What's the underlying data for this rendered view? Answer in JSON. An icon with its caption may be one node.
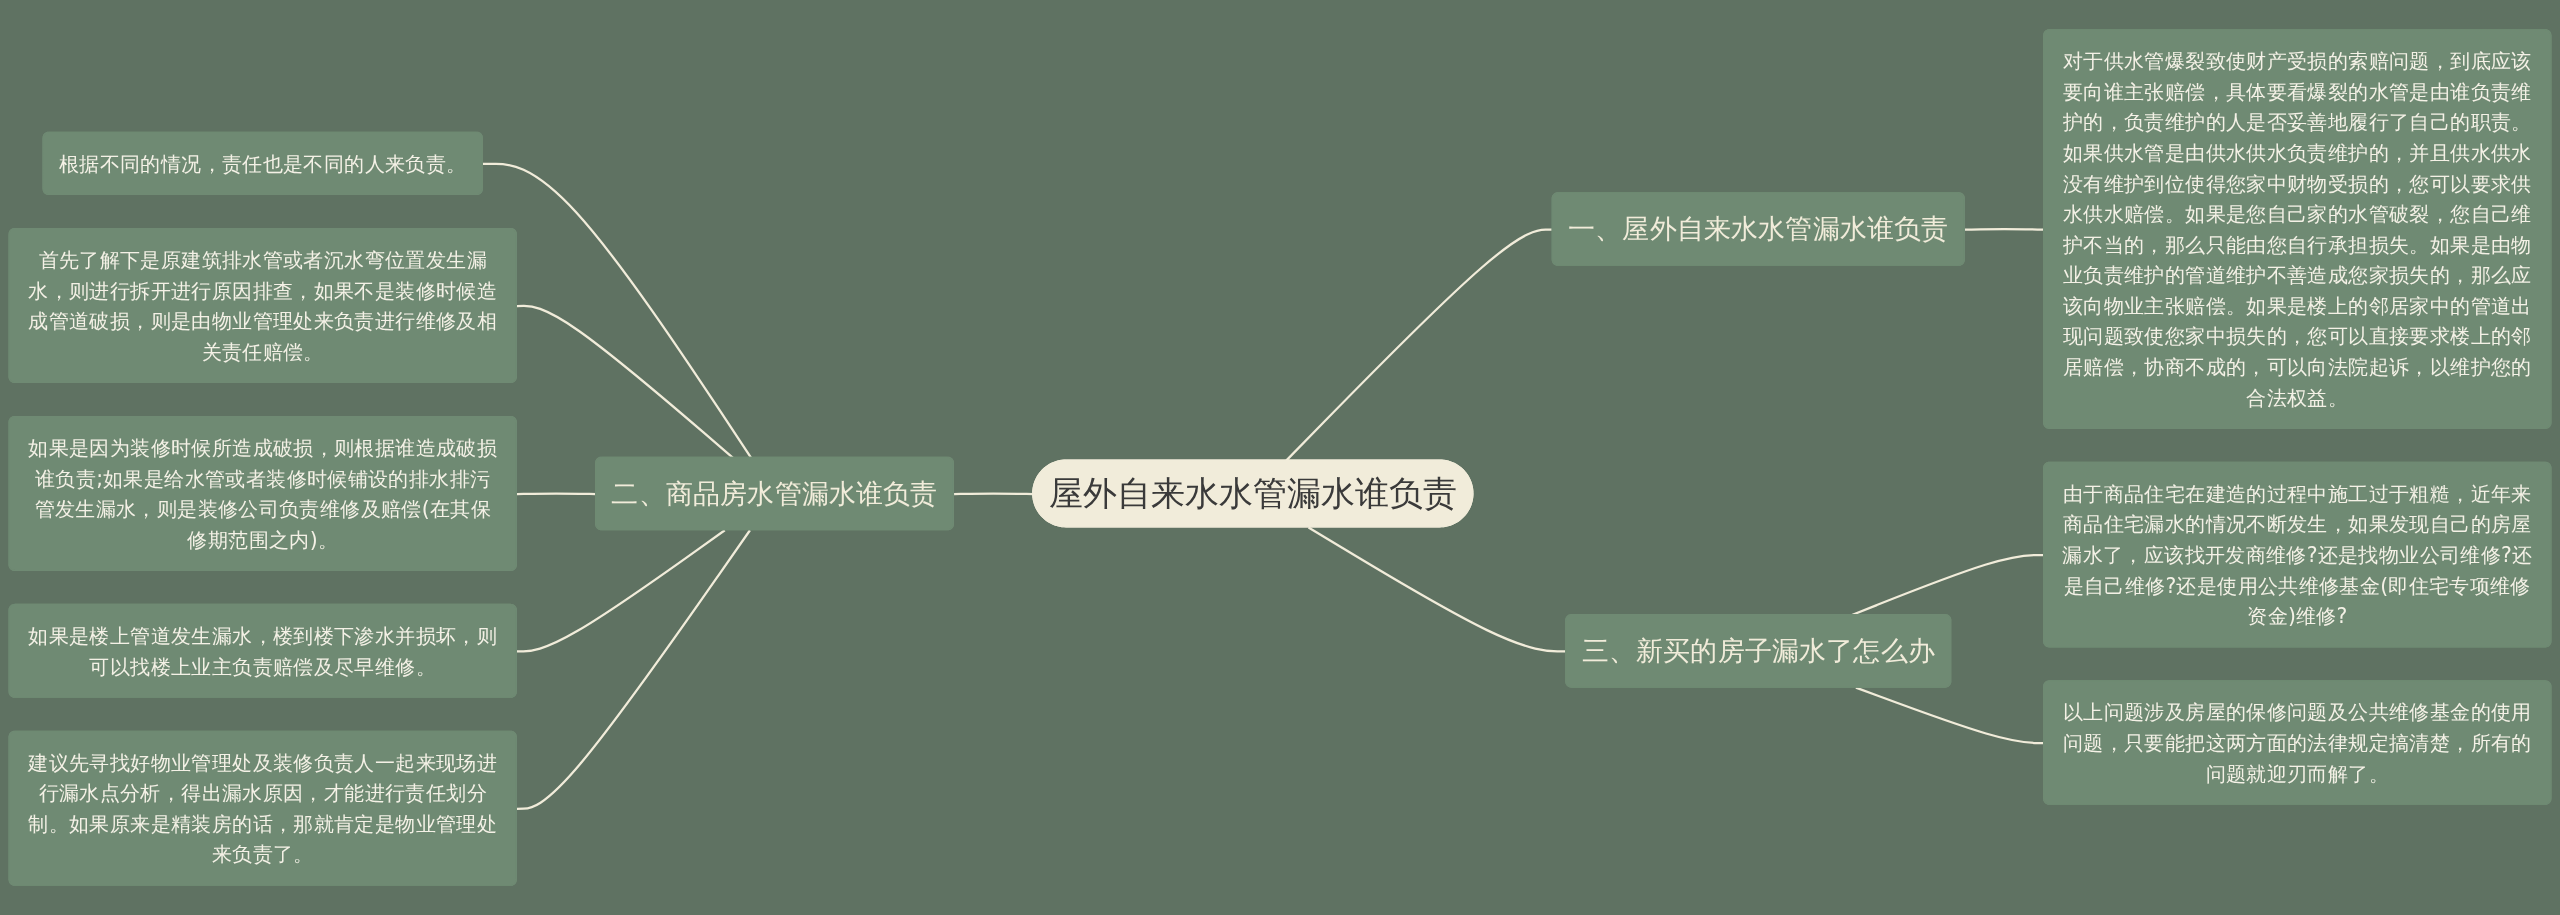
{
  "diagram": {
    "nodes": [
      {
        "text": [
          "屋外自来水水管漏水谁负责"
        ]
      },
      {
        "text": [
          "一、屋外自来水水管漏水谁负责"
        ]
      },
      {
        "text": [
          "对于供水管爆裂致使财产受损的索赔问题，到底应该要向谁主张赔偿，具体要看爆裂的水管是由谁负责维护的，负责维护的人是否妥善地履行了自己的职责。如果供水管是由供水供水负责维护的，并且供水供水没有维护到位使得您家中财物受损的，您可以要求供水供水赔偿。如果是您自己家的水管破裂，您自己维护不当的，那么只能由您自行承担损失。如果是由物业负责维护的管道维护不善造成您家损失的，那么应该向物业主张赔偿。如果是楼上的邻居家中的管道出现问题致使您家中损失的，您可以直接要求楼上的邻居赔偿，协商不成的，可以向法院起诉，以维护您的合法权益。"
        ]
      },
      {
        "text": [
          "二、商品房水管漏水谁负责"
        ]
      },
      {
        "text": [
          "根据不同的情况，责任也是不同的人来负责。"
        ]
      },
      {
        "text": [
          "首先了解下是原建筑排水管或者沉水弯位置发生漏水，则进行拆开进行原因排查，如果不是装修时候造成管道破损，则是由物业管理处来负责进行维修及相关责任赔偿。"
        ]
      },
      {
        "text": [
          "如果是因为装修时候所造成破损，则根据谁造成破损谁负责;如果是给水管或者装修时候铺设的排水排污管发生漏水，则是装修公司负责维修及赔偿(在其保修期范围之内)。"
        ]
      },
      {
        "text": [
          "如果是楼上管道发生漏水，楼到楼下渗水并损坏，则可以找楼上业主负责赔偿及尽早维修。"
        ]
      },
      {
        "text": [
          "建议先寻找好物业管理处及装修负责人一起来现场进行漏水点分析，得出漏水原因，才能进行责任划分制。如果原来是精装房的话，那就肯定是物业管理处来负责了。"
        ]
      },
      {
        "text": [
          "三、新买的房子漏水了怎么办"
        ]
      },
      {
        "text": [
          "由于商品住宅在建造的过程中施工过于粗糙，近年来商品住宅漏水的情况不断发生，如果发现自己的房屋漏水了，应该找开发商维修?还是找物业公司维修?还是自己维修?还是使用公共维修基金(即住宅专项维修资金)维修?"
        ]
      },
      {
        "text": [
          "以上问题涉及房屋的保修问题及公共维修基金的使用问题，只要能把这两方面的法律规定搞清楚，所有的问题就迎刃而解了。"
        ]
      }
    ],
    "edges": [
      {
        "from": 0,
        "to": 1,
        "arrow": "none"
      },
      {
        "from": 1,
        "to": 2,
        "arrow": "none"
      },
      {
        "from": 3,
        "to": 0,
        "arrow": "none"
      },
      {
        "from": 4,
        "to": 3,
        "arrow": "none"
      },
      {
        "from": 5,
        "to": 3,
        "arrow": "none"
      },
      {
        "from": 6,
        "to": 3,
        "arrow": "none"
      },
      {
        "from": 7,
        "to": 3,
        "arrow": "none"
      },
      {
        "from": 8,
        "to": 3,
        "arrow": "none"
      },
      {
        "from": 0,
        "to": 9,
        "arrow": "none"
      },
      {
        "from": 9,
        "to": 10,
        "arrow": "none"
      },
      {
        "from": 9,
        "to": 11,
        "arrow": "none"
      }
    ]
  }
}
